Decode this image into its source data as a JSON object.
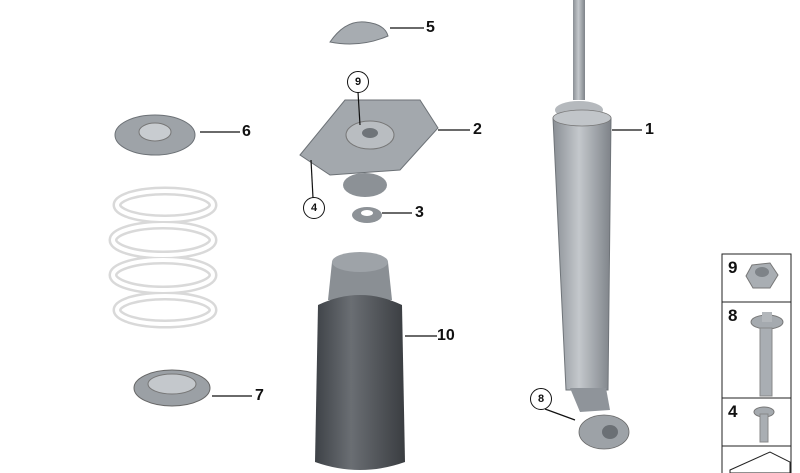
{
  "callouts": {
    "shock_absorber": "1",
    "top_mount": "2",
    "washer": "3",
    "bolt_small": "4",
    "cap": "5",
    "upper_spring_pad": "6",
    "lower_spring_pad": "7",
    "bolt_long": "8",
    "nut": "9",
    "bump_stop_boot": "10"
  },
  "legend": {
    "items": [
      {
        "number": "9",
        "icon": "hex-nut-icon"
      },
      {
        "number": "8",
        "icon": "long-bolt-icon"
      },
      {
        "number": "4",
        "icon": "short-bolt-icon"
      }
    ]
  },
  "colors": {
    "part_gray": "#a8adb2",
    "boot_dark": "#55595e",
    "spring_white": "#eeeeee"
  }
}
